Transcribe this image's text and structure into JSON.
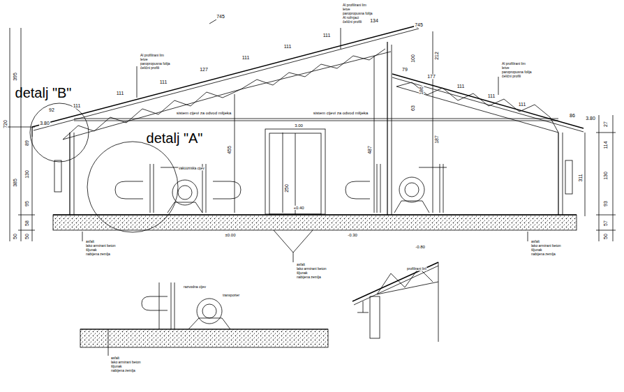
{
  "diagram": {
    "labels": [
      "745",
      "134",
      "745",
      "395",
      "720",
      "385",
      "89",
      "130",
      "95",
      "58",
      "50",
      "50",
      "detalj \"B\"",
      "detalj \"A\"",
      "92",
      "3.80",
      "111",
      "111",
      "111",
      "127",
      "111",
      "111",
      "111",
      "455",
      "100",
      "212",
      "487",
      "187",
      "63",
      "186",
      "79",
      "177",
      "111",
      "111",
      "111",
      "86",
      "3.80",
      "27",
      "114",
      "130",
      "93",
      "57",
      "50",
      "311",
      "sistem cijevi za odvod mlijeka",
      "sistem cijevi za odvod mlijeka",
      "3.00",
      "250",
      "+0.40",
      "±0.00",
      "-0.30",
      "-0.80",
      "Al profilirani lim",
      "letve",
      "paropropusna folija",
      "Al rožnjaci",
      "čelični profili",
      "Al profilirani lim",
      "letve",
      "paropropusna folija",
      "čelični profili",
      "Al profilirani lim",
      "letve",
      "paropropusna folija",
      "čelični profili",
      "asfalt",
      "lako armirani beton",
      "šljunak",
      "nabijena zemlja",
      "asfalt",
      "lako armirani beton",
      "šljunak",
      "nabijena zemlja",
      "asfalt",
      "lako armirani beton",
      "šljunak",
      "nabijena zemlja",
      "asfalt",
      "lako armirani beton",
      "šljunak",
      "nabijena zemlja",
      "vakuumska cijev",
      "razvodna cijev",
      "transporter",
      "profilirani lim"
    ]
  }
}
